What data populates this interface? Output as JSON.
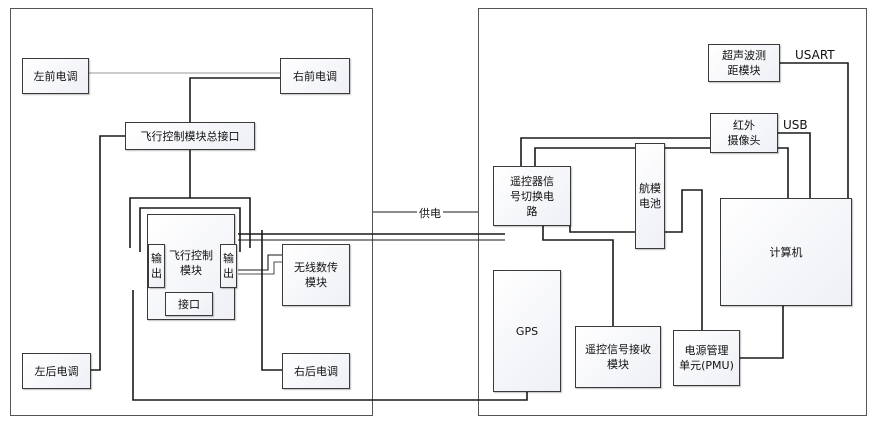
{
  "left_unit": {
    "front_left_esc": "左前电调",
    "front_right_esc": "右前电调",
    "fc_bus_interface": "飞行控制模块总接口",
    "fc_module": "飞行控制\n模块",
    "output_left": "输\n出",
    "output_right": "输\n出",
    "interface": "接口",
    "wireless_radio": "无线数传\n模块",
    "rear_left_esc": "左后电调",
    "rear_right_esc": "右后电调"
  },
  "link_label": "供电",
  "right_unit": {
    "ultrasonic": "超声波测\n距模块",
    "usart": "USART",
    "ir_camera": "红外\n摄像头",
    "usb": "USB",
    "rc_switch": "遥控器信\n号切换电\n路",
    "aero_battery": "航模\n电池",
    "computer": "计算机",
    "gps": "GPS",
    "rc_receiver": "遥控信号接收\n模块",
    "pmu": "电源管理\n单元(PMU)"
  }
}
